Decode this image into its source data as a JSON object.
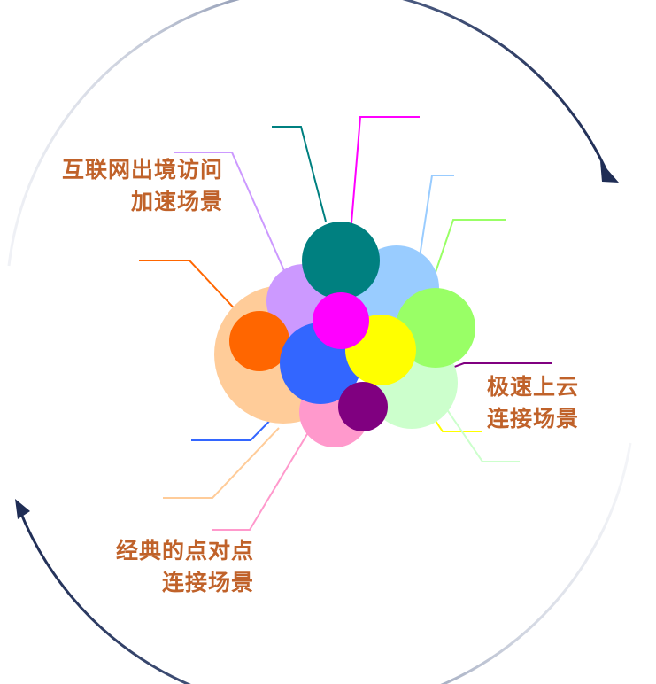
{
  "labels": {
    "top_left": {
      "line1": "互联网出境访问",
      "line2": "加速场景"
    },
    "right": {
      "line1": "极速上云",
      "line2": "连接场景"
    },
    "bottom_left": {
      "line1": "经典的点对点",
      "line2": "连接场景"
    }
  },
  "colors": {
    "label_text": "#c0622a",
    "cycle_arrow": "#1f2d55"
  },
  "circles": [
    {
      "name": "peach",
      "color": "#ffcc99"
    },
    {
      "name": "light-blue",
      "color": "#99ccff"
    },
    {
      "name": "light-green",
      "color": "#ccffcc"
    },
    {
      "name": "pink",
      "color": "#ff99cc"
    },
    {
      "name": "lavender",
      "color": "#cc99ff"
    },
    {
      "name": "teal",
      "color": "#008080"
    },
    {
      "name": "bright-green",
      "color": "#99ff66"
    },
    {
      "name": "orange",
      "color": "#ff6600"
    },
    {
      "name": "blue",
      "color": "#3366ff"
    },
    {
      "name": "yellow",
      "color": "#ffff00"
    },
    {
      "name": "magenta",
      "color": "#ff00ff"
    },
    {
      "name": "purple",
      "color": "#800080"
    }
  ]
}
